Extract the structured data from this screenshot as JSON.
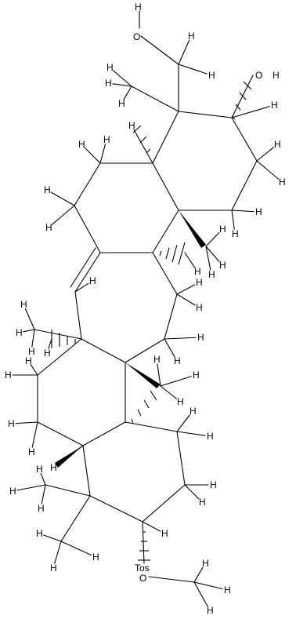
{
  "molecule": {
    "atom_labels": {
      "oh_top_H": "H",
      "oh_top_O": "O",
      "oh_right_O": "O",
      "oh_right_H": "H",
      "methoxy_O": "O",
      "tos_label": "Tos"
    },
    "hydrogen_label": "H"
  }
}
